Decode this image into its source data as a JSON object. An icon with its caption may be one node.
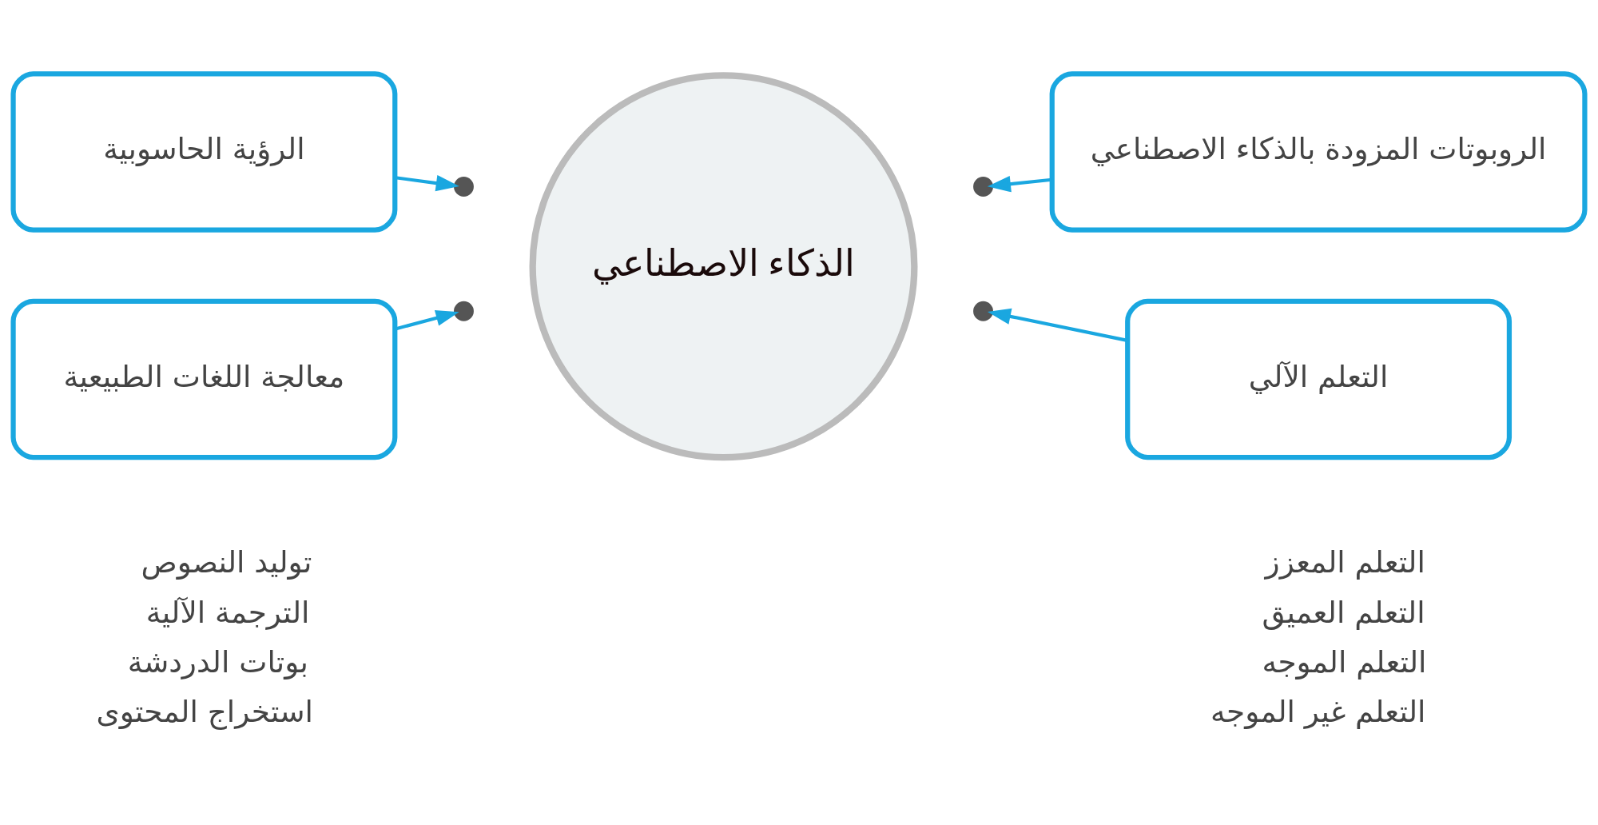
{
  "diagram": {
    "nodes": [
      {
        "text": [
          "الذكاء الاصطناعي"
        ]
      },
      {
        "text": [
          "الروبوتات المزودة بالذكاء الاصطناعي"
        ]
      },
      {
        "text": [
          "الرؤية الحاسوبية"
        ]
      },
      {
        "text": [
          "التعلم الآلي"
        ],
        "beside": [
          "التعلم المعزز",
          "التعلم العميق",
          "التعلم الموجه",
          "التعلم غير الموجه"
        ]
      },
      {
        "text": [
          "معالجة اللغات الطبيعية"
        ],
        "beside": [
          "توليد النصوص",
          "الترجمة الآلية",
          "بوتات الدردشة",
          "استخراج المحتوى"
        ]
      },
      {
        "text": [],
        "shape": "circle"
      },
      {
        "text": [],
        "shape": "circle"
      },
      {
        "text": [],
        "shape": "circle"
      },
      {
        "text": [],
        "shape": "circle"
      }
    ],
    "edges": [
      {
        "from": 1,
        "to": 6,
        "arrow": "to"
      },
      {
        "from": 2,
        "to": 5,
        "arrow": "to"
      },
      {
        "from": 3,
        "to": 8,
        "arrow": "to"
      },
      {
        "from": 4,
        "to": 7,
        "arrow": "to"
      }
    ]
  }
}
